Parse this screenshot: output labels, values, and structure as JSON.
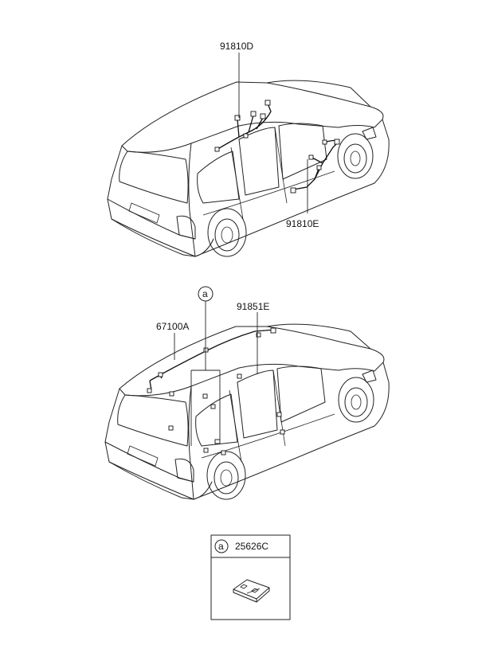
{
  "top_view": {
    "labels": {
      "roof_harness": "91810D",
      "door_harness": "91810E"
    }
  },
  "bottom_view": {
    "labels": {
      "callout_a": "a",
      "left_harness": "67100A",
      "right_harness": "91851E"
    }
  },
  "legend_box": {
    "callout": "a",
    "part_number": "25626C"
  }
}
